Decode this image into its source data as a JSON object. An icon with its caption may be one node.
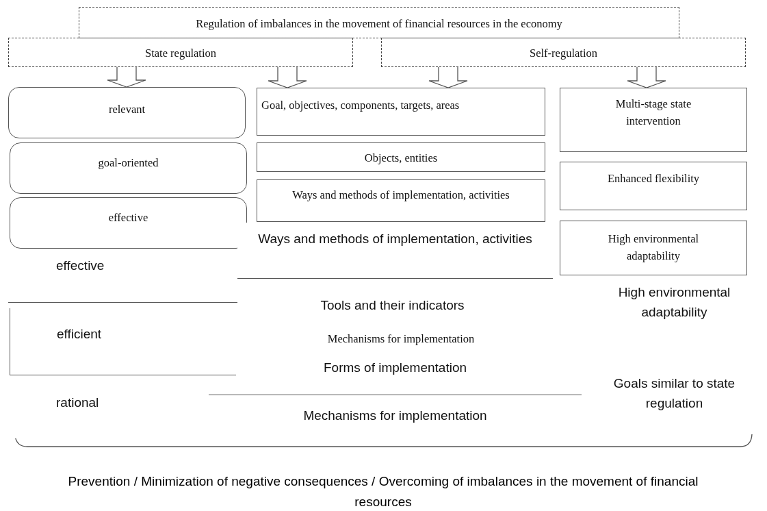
{
  "diagram": {
    "caption": "Prevention / Minimization of negative consequences / Overcoming of imbalances in the movement of financial resources",
    "nodes": [
      {
        "text": [
          "Regulation of imbalances in the movement of financial resources in the economy"
        ]
      },
      {
        "text": [
          "State regulation"
        ]
      },
      {
        "text": [
          "Self-regulation"
        ]
      },
      {
        "text": [
          "relevant"
        ]
      },
      {
        "text": [
          "goal-oriented"
        ]
      },
      {
        "text": [
          "effective"
        ]
      },
      {
        "text": [
          "Goal, objectives, components, targets, areas"
        ]
      },
      {
        "text": [
          "Objects, entities"
        ]
      },
      {
        "text": [
          "Ways and methods of implementation, activities"
        ]
      },
      {
        "text": [
          "Multi-stage state intervention"
        ]
      },
      {
        "text": [
          "Enhanced flexibility"
        ]
      },
      {
        "text": [
          "High environmental adaptability"
        ]
      },
      {
        "text": [
          "effective"
        ]
      },
      {
        "text": [
          "efficient"
        ]
      },
      {
        "text": [
          "rational"
        ]
      },
      {
        "text": [
          "Ways and methods of implementation, activities"
        ]
      },
      {
        "text": [
          "Tools and their indicators"
        ]
      },
      {
        "text": [
          "Forms of implementation"
        ]
      },
      {
        "text": [
          "Mechanisms for implementation"
        ]
      },
      {
        "text": [
          "High environmental adaptability"
        ]
      },
      {
        "text": [
          "Goals similar to state regulation"
        ]
      }
    ],
    "edges": [
      {
        "from": 1,
        "to": 3,
        "arrow": "to"
      },
      {
        "from": 1,
        "to": 6,
        "arrow": "to"
      },
      {
        "from": 2,
        "to": 6,
        "arrow": "to"
      },
      {
        "from": 2,
        "to": 9,
        "arrow": "to"
      }
    ],
    "labels": [
      "Mechanisms for implementation"
    ]
  }
}
